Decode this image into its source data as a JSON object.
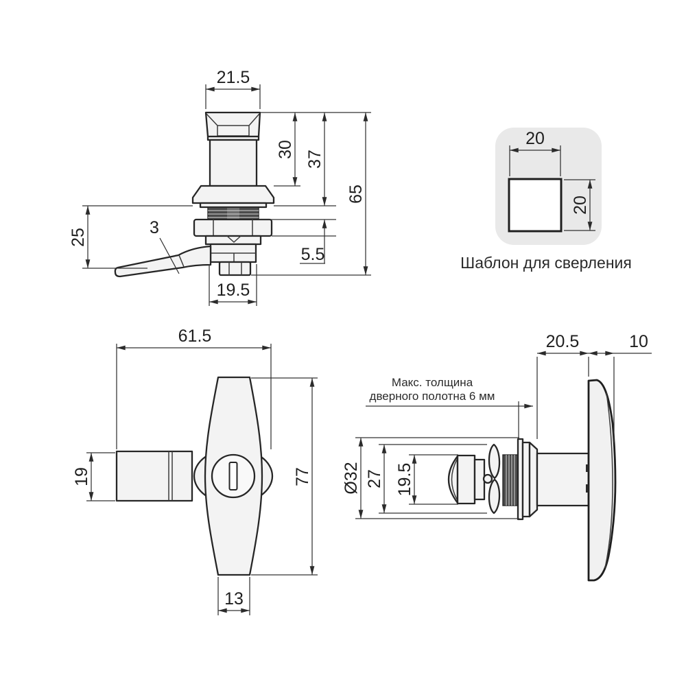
{
  "colors": {
    "background": "#ffffff",
    "line": "#2b2b2b",
    "part_fill": "#f3f3f3",
    "thread_fill": "#4b4b4b",
    "template_card_bg": "#e9e9e9"
  },
  "front_view": {
    "dims": {
      "head_width": "21.5",
      "cap_height": "30",
      "body_height": "37",
      "total_height": "65",
      "arm_drop": "25",
      "arm_thickness": "3",
      "thread_exposed": "5.5",
      "base_width": "19.5"
    }
  },
  "handle_front_view": {
    "dims": {
      "total_width": "61.5",
      "arm_height": "19",
      "handle_length": "77",
      "end_width": "13"
    }
  },
  "handle_side_view": {
    "dims": {
      "grip_depth": "20.5",
      "pad_thickness": "10",
      "flange_diameter": "Ø32",
      "nut_width": "27",
      "thread_length": "19.5"
    },
    "note": {
      "line1": "Макс. толщина",
      "line2": "дверного полотна 6 мм"
    }
  },
  "drill_template": {
    "dims": {
      "width": "20",
      "height": "20"
    },
    "caption": "Шаблон для сверления"
  }
}
